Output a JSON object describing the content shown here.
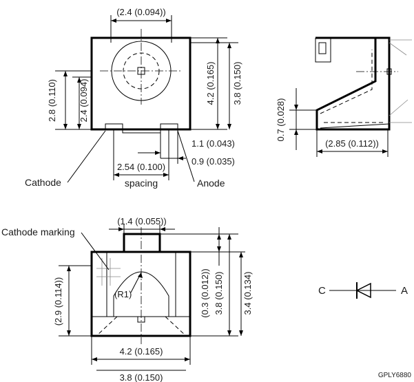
{
  "top_view": {
    "width_inner": "(2.4 (0.094))",
    "height_outer": "4.2 (0.165)",
    "height_inner": "3.8 (0.150)",
    "left_outer": "2.8 (0.110)",
    "left_inner": "2.4 (0.094)",
    "pad_gap": "1.1 (0.043)",
    "pad_width": "0.9 (0.035)",
    "pitch": "2.54 (0.100)",
    "pitch_note": "spacing",
    "cathode_label": "Cathode",
    "anode_label": "Anode"
  },
  "side_view": {
    "height": "0.7 (0.028)",
    "width": "(2.85 (0.112))"
  },
  "front_view": {
    "marking_label": "Cathode marking",
    "lens_width": "(1.4 (0.055))",
    "lens_height": "(2.9 (0.114))",
    "radius": "(R1)",
    "offset": "(0.3 (0.012))",
    "height_outer": "3.8 (0.150)",
    "height_inner": "3.4 (0.134)",
    "width_outer": "4.2 (0.165)",
    "width_inner": "3.8 (0.150)"
  },
  "symbol": {
    "cathode": "C",
    "anode": "A"
  },
  "drawing_id": "GPLY6880"
}
